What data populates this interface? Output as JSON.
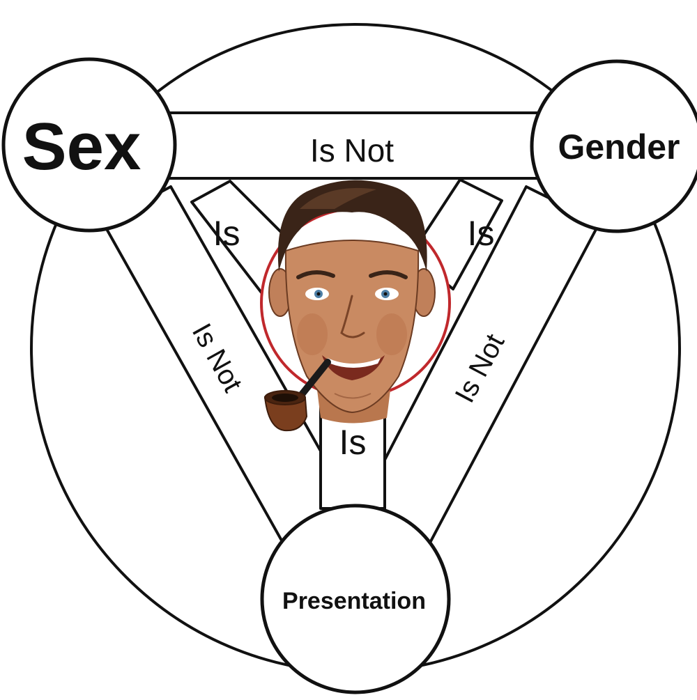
{
  "nodes": {
    "sex": "Sex",
    "gender": "Gender",
    "presentation": "Presentation"
  },
  "edges": {
    "sex_gender": "Is Not",
    "sex_presentation": "Is Not",
    "gender_presentation": "Is Not",
    "sex_center": "Is",
    "gender_center": "Is",
    "presentation_center": "Is"
  },
  "center_image": "smiling-man-with-pipe-face-icon",
  "colors": {
    "line": "#111111",
    "center_ring": "#c0282c",
    "skin": "#c98a62",
    "hair": "#3a2418",
    "pipe": "#7a3e1e"
  }
}
